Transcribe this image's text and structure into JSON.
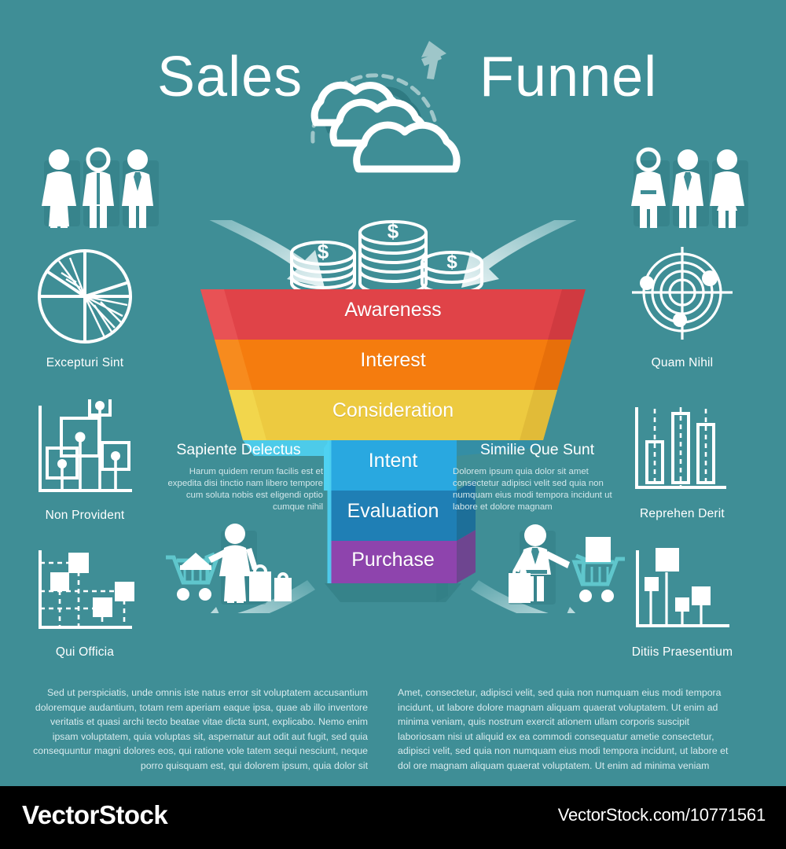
{
  "header": {
    "title_left": "Sales",
    "title_right": "Funnel",
    "logo_icon": "cloud-refresh-icon"
  },
  "people_groups": {
    "left_icon": "three-people-icon",
    "right_icon": "three-people-icon"
  },
  "money": {
    "icon": "coin-stacks-icon"
  },
  "arrows": {
    "top_left_icon": "curved-arrow-down-right-icon",
    "top_right_icon": "curved-arrow-down-left-icon",
    "bottom_left_icon": "curved-arrow-out-left-icon",
    "bottom_right_icon": "curved-arrow-out-right-icon"
  },
  "funnel": {
    "type": "funnel",
    "stages": [
      {
        "label": "Awareness",
        "color": "#e04348",
        "shade": "#c5363c",
        "font_size": 25
      },
      {
        "label": "Interest",
        "color": "#f57c0e",
        "shade": "#dd6708",
        "font_size": 25
      },
      {
        "label": "Consideration",
        "color": "#edca40",
        "shade": "#d8b033",
        "font_size": 25
      },
      {
        "label": "Intent",
        "color": "#29a8e0",
        "shade": "#1f8fc4",
        "font_size": 25
      },
      {
        "label": "Evaluation",
        "color": "#1f7fb5",
        "shade": "#176a9a",
        "font_size": 25
      },
      {
        "label": "Purchase",
        "color": "#8e44ad",
        "shade": "#77388f",
        "font_size": 25
      }
    ]
  },
  "side_icons": {
    "left": [
      {
        "label": "Excepturi Sint",
        "icon": "pie-chart-icon"
      },
      {
        "label": "Non Provident",
        "icon": "bubble-square-chart-icon"
      },
      {
        "label": "Qui Officia",
        "icon": "scatter-plot-icon"
      }
    ],
    "right": [
      {
        "label": "Quam Nihil",
        "icon": "radar-target-icon"
      },
      {
        "label": "Reprehen Derit",
        "icon": "box-plot-icon"
      },
      {
        "label": "Ditiis Praesentium",
        "icon": "lollipop-square-chart-icon"
      }
    ]
  },
  "descriptions": {
    "left": {
      "heading": "Sapiente Delectus",
      "body": "Harum quidem rerum facilis est et expedita disi tinctio nam libero tempore cum soluta nobis est eligendi optio cumque nihil"
    },
    "right": {
      "heading": "Similie Que Sunt",
      "body": "Dolorem ipsum quia dolor sit amet consectetur adipisci velit sed quia non numquam eius modi tempora incidunt ut labore et dolore magnam"
    }
  },
  "shoppers": {
    "left_icon": "woman-shopping-cart-icon",
    "right_icon": "man-shopping-cart-icon"
  },
  "footer_text": {
    "left": "Sed ut perspiciatis, unde omnis iste natus error sit voluptatem accusantium doloremque audantium, totam rem aperiam eaque ipsa, quae ab illo inventore veritatis et quasi archi tecto beatae vitae dicta sunt, explicabo. Nemo enim ipsam voluptatem, quia voluptas sit, aspernatur aut odit aut fugit, sed quia consequuntur magni dolores eos, qui ratione vole tatem sequi nesciunt, neque porro quisquam est, qui dolorem ipsum, quia dolor sit",
    "right": "Amet, consectetur, adipisci velit, sed quia non numquam eius modi tempora incidunt, ut labore dolore magnam aliquam quaerat voluptatem. Ut enim ad minima veniam, quis nostrum exercit ationem ullam corporis suscipit laboriosam  nisi ut aliquid ex ea commodi consequatur ametie consectetur, adipisci velit, sed quia non numquam eius modi tempora incidunt, ut labore et dol ore magnam aliquam quaerat voluptatem. Ut enim ad minima veniam"
  },
  "watermark": {
    "brand": "VectorStock",
    "url": "VectorStock.com/10771561"
  },
  "colors": {
    "background": "#3f8e96",
    "white": "#ffffff",
    "body_text": "#d8ebee",
    "watermark_bar": "#000000"
  }
}
